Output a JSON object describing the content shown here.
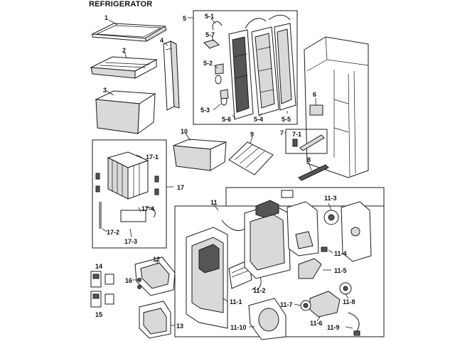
{
  "title": "REFRIGERATOR",
  "callouts": {
    "c1": "1",
    "c2": "2",
    "c3": "3",
    "c4": "4",
    "c5": "5",
    "c5_1": "5-1",
    "c5_7": "5-7",
    "c5_2": "5-2",
    "c5_3": "5-3",
    "c5_6": "5-6",
    "c5_4": "5-4",
    "c5_5": "5-5",
    "c6": "6",
    "c7": "7",
    "c7_1": "7-1",
    "c8": "8",
    "c9": "9",
    "c10": "10",
    "c17": "17",
    "c17_1": "17-1",
    "c17_4": "17-4",
    "c17_2": "17-2",
    "c17_3": "17-3",
    "c11": "11",
    "c11_3": "11-3",
    "c11_4": "11-4",
    "c11_5": "11-5",
    "c11_1": "11-1",
    "c11_2": "11-2",
    "c11_7": "11-7",
    "c11_8": "11-8",
    "c11_6": "11-6",
    "c11_10": "11-10",
    "c11_9": "11-9",
    "c12": "12",
    "c13": "13",
    "c14": "14",
    "c15": "15",
    "c16": "16"
  }
}
